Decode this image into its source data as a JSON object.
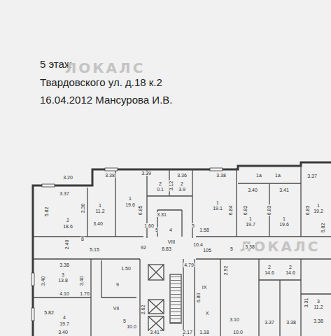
{
  "diagram": {
    "title": "5 этаж",
    "labels": [
      "Твардовского ул. д.18 к.2",
      "16.04.2012 Мансурова И.В.",
      "ЛОКАЛС",
      "ЛОКАЛС",
      "3.20",
      "3.37",
      "3.30",
      "1",
      "11.2",
      "3.40",
      "2",
      "18.6",
      "5.82",
      "2.40",
      "8",
      "5.15",
      "3.38",
      "1",
      "19.6",
      "6.85",
      "3.39",
      "2",
      "0.1",
      "3.12",
      "2",
      "3.9",
      "3.36",
      "3.31",
      "1.60",
      "5",
      "4",
      "5",
      "1.58",
      "3.38",
      "1",
      "19.1",
      "6.84",
      "6.82",
      "1a",
      "3.40",
      "1",
      "19.7",
      "1a",
      "3.41",
      "6.83",
      "1",
      "19.6",
      "3.37",
      "6.83",
      "1",
      "19.2",
      "5.82",
      "92",
      "VIII",
      "8.83",
      "10.4",
      "105",
      "5",
      "3.38",
      "3.38",
      "3",
      "13.8",
      "3.40",
      "3.40",
      "4.10",
      "1.70",
      "1.50",
      "9",
      "5.82",
      "4",
      "19.7",
      "3.40",
      "VII",
      "5",
      "10.0",
      "2.62",
      "3.41",
      "4.79",
      "IX",
      "6.80",
      "X",
      "2.17",
      "1.18",
      "2.92",
      "2",
      "14.6",
      "2",
      "14.6",
      "3.31",
      "3",
      "11.2",
      "3.37",
      "3.38",
      "3.38",
      "3.10",
      "10.0"
    ]
  }
}
